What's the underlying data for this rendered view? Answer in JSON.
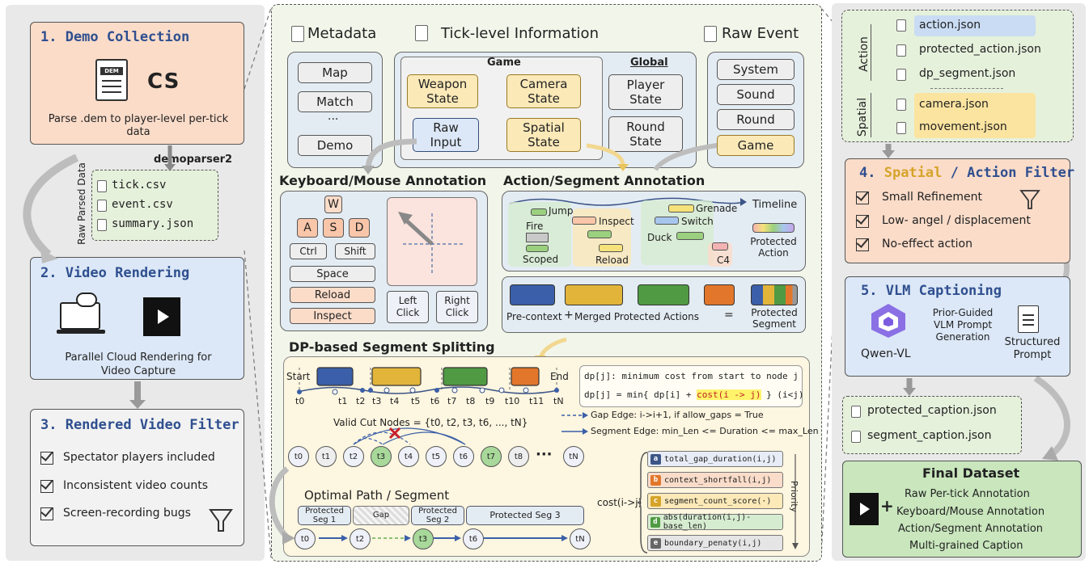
{
  "demo": {
    "step1": "1. Demo Collection",
    "dem_label": "DEM",
    "cs_logo": "CS",
    "parse_text": "Parse .dem to player-level per-tick data",
    "tool": "demoparser2",
    "raw_label": "Raw Parsed Data",
    "files": [
      "tick.csv",
      "event.csv",
      "summary.json"
    ],
    "step2": "2. Video Rendering",
    "render_text": "Parallel Cloud Rendering for Video Capture",
    "step3": "3. Rendered Video Filter",
    "filters": [
      "Spectator players included",
      "Inconsistent video counts",
      "Screen-recording bugs"
    ]
  },
  "center": {
    "metadata": "Metadata",
    "tick": "Tick-level Information",
    "raw_event": "Raw Event",
    "meta_items": [
      "Map",
      "Match",
      "···",
      "Demo"
    ],
    "game": "Game",
    "global": "Global",
    "weapon": "Weapon State",
    "camera": "Camera State",
    "raw_input": "Raw Input",
    "spatial": "Spatial State",
    "player_state": "Player State",
    "round_state": "Round State",
    "events": [
      "System",
      "Sound",
      "Round",
      "Game"
    ],
    "kb_title": "Keyboard/Mouse Annotation",
    "keys": [
      "W",
      "A",
      "S",
      "D",
      "Ctrl",
      "Shift",
      "Space",
      "Reload",
      "Inspect"
    ],
    "left_click": "Left Click",
    "right_click": "Right Click",
    "as_title": "Action/Segment Annotation",
    "timeline": "Timeline",
    "actions": [
      "Jump",
      "Inspect",
      "Grenade",
      "Fire",
      "Switch",
      "Duck",
      "Scoped",
      "Reload",
      "C4"
    ],
    "protected_action": "Protected Action",
    "precontext": "Pre-context",
    "plus": "+",
    "merged": "Merged Protected Actions",
    "equals": "=",
    "protected_segment": "Protected Segment",
    "dp_title": "DP-based Segment Splitting",
    "start": "Start",
    "end": "End",
    "tlabels": [
      "t0",
      "t1",
      "t2",
      "t3",
      "t4",
      "t5",
      "t6",
      "t7",
      "t8",
      "t9",
      "t10",
      "t11",
      "tN"
    ],
    "dp_def": "dp[j]: minimum cost from start to node j",
    "dp_eq_a": "dp[j] = min{ dp[i] + ",
    "dp_eq_b": "cost(i -> j)",
    "dp_eq_c": " } (i<j)",
    "valid_cut": "Valid Cut Nodes = {t0, t2, t3, t6, ..., tN}",
    "gap_edge": "Gap Edge: i->i+1, if allow_gaps = True",
    "seg_edge": "Segment Edge: min_Len <= Duration <= max_Len",
    "nodes": [
      "t0",
      "t1",
      "t2",
      "t3",
      "t4",
      "t5",
      "t6",
      "t7",
      "t8",
      "tN"
    ],
    "ellipsis": "···",
    "optimal": "Optimal Path / Segment",
    "path_segs": [
      "Protected Seg 1",
      "Gap",
      "Protected Seg 2",
      "Protected Seg 3"
    ],
    "path_nodes": [
      "t0",
      "t2",
      "t3",
      "t6",
      "tN"
    ],
    "cost_label": "cost(i->j)",
    "priority": "Priority",
    "costs": [
      {
        "k": "a",
        "t": "total_gap_duration(i,j)",
        "c": "#e7ecf6"
      },
      {
        "k": "b",
        "t": "context_shortfall(i,j)",
        "c": "#f9dcc9"
      },
      {
        "k": "c",
        "t": "segment_count_score(·)",
        "c": "#fbe9b8"
      },
      {
        "k": "d",
        "t": "abs(duration(i,j)-base_len)",
        "c": "#d6ecd0"
      },
      {
        "k": "e",
        "t": "boundary_penaty(i,j)",
        "c": "#e5e5e5"
      }
    ]
  },
  "right": {
    "action_label": "Action",
    "spatial_label": "Spatial",
    "action_files": [
      "action.json",
      "protected_action.json",
      "dp_segment.json"
    ],
    "spatial_files": [
      "camera.json",
      "movement.json"
    ],
    "step4_a": "4. ",
    "step4_b": "Spatial",
    "step4_c": " / Action Filter",
    "filters4": [
      "Small Refinement",
      "Low- angel / displacement",
      "No-effect action"
    ],
    "step5": "5. VLM Captioning",
    "qwen": "Qwen-VL",
    "prior": "Prior-Guided VLM Prompt Generation",
    "structured": "Structured Prompt",
    "captions": [
      "protected_caption.json",
      "segment_caption.json"
    ],
    "final_title": "Final Dataset",
    "final_plus": "+",
    "final_items": [
      "Raw Per-tick Annotation",
      "Keyboard/Mouse Annotation",
      "Action/Segment Annotation",
      "Multi-grained Caption"
    ]
  }
}
